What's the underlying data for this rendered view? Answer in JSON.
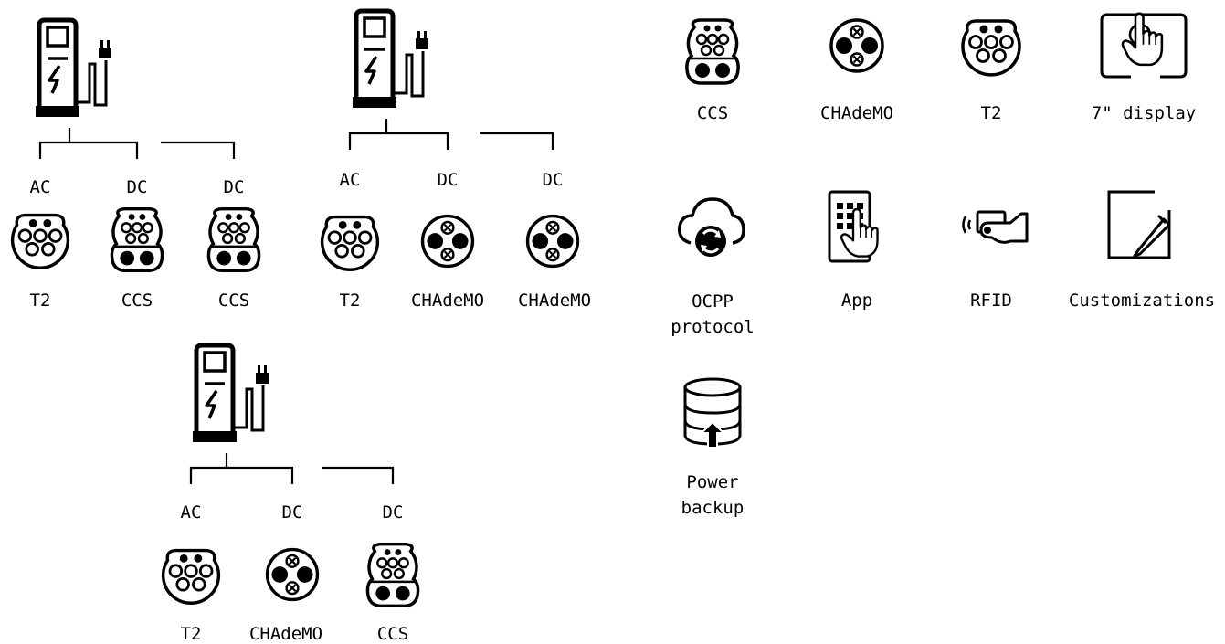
{
  "colors": {
    "ink": "#000000",
    "paper": "#ffffff"
  },
  "groups": [
    {
      "icon": "charging-station-icon",
      "branches": [
        {
          "type": "AC",
          "connector": "T2",
          "icon": "t2-connector-icon"
        },
        {
          "type": "DC",
          "connector": "CCS",
          "icon": "ccs-connector-icon"
        },
        {
          "type": "DC",
          "connector": "CCS",
          "icon": "ccs-connector-icon"
        }
      ]
    },
    {
      "icon": "charging-station-icon",
      "branches": [
        {
          "type": "AC",
          "connector": "T2",
          "icon": "t2-connector-icon"
        },
        {
          "type": "DC",
          "connector": "CHAdeMO",
          "icon": "chademo-connector-icon"
        },
        {
          "type": "DC",
          "connector": "CHAdeMO",
          "icon": "chademo-connector-icon"
        }
      ]
    },
    {
      "icon": "charging-station-icon",
      "branches": [
        {
          "type": "AC",
          "connector": "T2",
          "icon": "t2-connector-icon"
        },
        {
          "type": "DC",
          "connector": "CHAdeMO",
          "icon": "chademo-connector-icon"
        },
        {
          "type": "DC",
          "connector": "CCS",
          "icon": "ccs-connector-icon"
        }
      ]
    }
  ],
  "features": [
    {
      "label": "CCS",
      "icon": "ccs-connector-icon"
    },
    {
      "label": "CHAdeMO",
      "icon": "chademo-connector-icon"
    },
    {
      "label": "T2",
      "icon": "t2-connector-icon"
    },
    {
      "label": "7\" display",
      "icon": "touch-display-icon"
    },
    {
      "label": "OCPP protocol",
      "icon": "cloud-sync-icon"
    },
    {
      "label": "App",
      "icon": "mobile-app-icon"
    },
    {
      "label": "RFID",
      "icon": "rfid-card-icon"
    },
    {
      "label": "Customizations",
      "icon": "edit-pencil-icon"
    },
    {
      "label": "Power backup",
      "icon": "database-backup-icon"
    }
  ]
}
